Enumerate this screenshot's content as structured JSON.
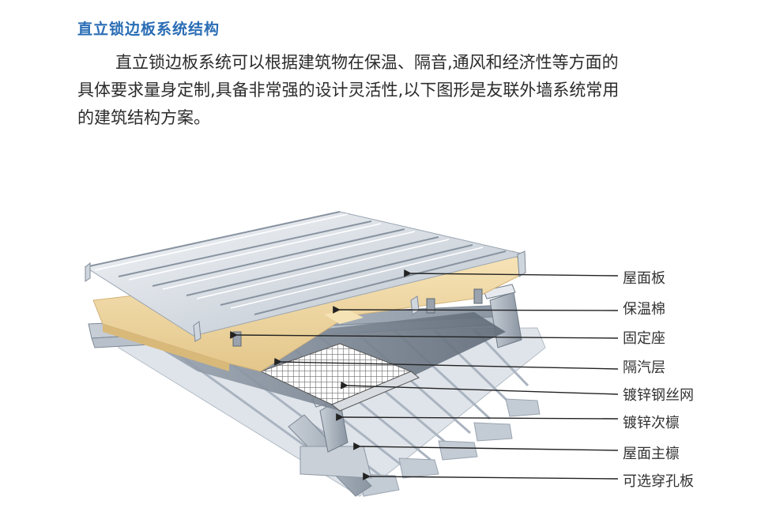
{
  "heading": "直立锁边板系统结构",
  "intro": {
    "line1": "直立锁边板系统可以根据建筑物在保温、隔音,通风和经济性等方面的",
    "line2": "具体要求量身定制,具备非常强的设计灵活性,以下图形是友联外墙系统常用",
    "line3": "的建筑结构方案。"
  },
  "layers": [
    {
      "label": "屋面板"
    },
    {
      "label": "保温棉"
    },
    {
      "label": "固定座"
    },
    {
      "label": "隔汽层"
    },
    {
      "label": "镀锌钢丝网"
    },
    {
      "label": "镀锌次檩"
    },
    {
      "label": "屋面主檩"
    },
    {
      "label": "可选穿孔板"
    }
  ],
  "colors": {
    "heading": "#2a6db5",
    "metal_light": "#e6ebf1",
    "metal_dark": "#a9b3bf",
    "insulation": "#f1d9a6",
    "mesh": "#7a7a7a"
  }
}
